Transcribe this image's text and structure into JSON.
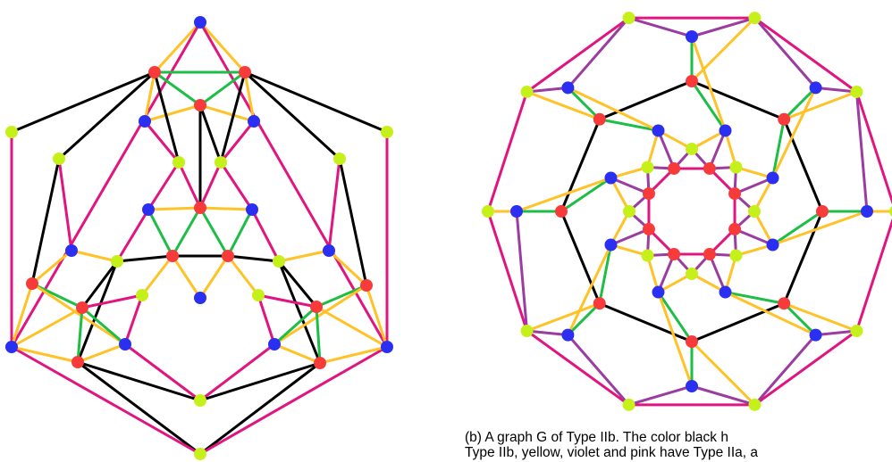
{
  "caption": {
    "line1": "(b)  A graph  G  of  Type  IIb.  The  color   black  h",
    "line2": "Type IIb,  yellow, violet and pink have Type IIa,  a"
  },
  "colors": {
    "black": "#000000",
    "yellow": "#FFC227",
    "violet": "#9B3CA0",
    "pink": "#E0157F",
    "green": "#1DBE45",
    "vertex_blue": "#2B2FF2",
    "vertex_red": "#F73B3B",
    "vertex_lime": "#C6F01A"
  },
  "graphs": [
    {
      "id": "a",
      "vertices": {
        "top": "blue",
        "R1": "red",
        "R2": "red",
        "R3": "red",
        "P1": "blue",
        "P2": "blue",
        "G1": "lime",
        "G2": "lime",
        "L1": "lime",
        "L2": "lime",
        "L3": "lime",
        "L4": "lime",
        "B1": "blue",
        "B2": "blue",
        "R4": "red",
        "R5": "red",
        "R6": "red",
        "B3": "blue",
        "B4": "blue",
        "G3": "lime",
        "G4": "lime",
        "RL": "red",
        "RR": "red",
        "GA": "lime",
        "GB": "lime",
        "BC": "blue",
        "RA": "red",
        "RB": "red",
        "BA": "blue",
        "BB": "blue",
        "O1": "blue",
        "O2": "blue",
        "RC": "red",
        "RD": "red",
        "GC": "lime",
        "GD": "lime"
      },
      "edges": [
        [
          "top",
          "R1",
          "yellow"
        ],
        [
          "top",
          "R2",
          "yellow"
        ],
        [
          "top",
          "O1",
          "pink"
        ],
        [
          "top",
          "O2",
          "pink"
        ],
        [
          "R1",
          "R2",
          "green"
        ],
        [
          "R1",
          "R3",
          "green"
        ],
        [
          "R2",
          "R3",
          "green"
        ],
        [
          "R1",
          "P1",
          "yellow"
        ],
        [
          "R2",
          "P2",
          "yellow"
        ],
        [
          "R3",
          "P1",
          "yellow"
        ],
        [
          "R3",
          "P2",
          "yellow"
        ],
        [
          "R1",
          "L1",
          "black"
        ],
        [
          "R2",
          "L2",
          "black"
        ],
        [
          "R1",
          "L3",
          "black"
        ],
        [
          "R2",
          "L4",
          "black"
        ],
        [
          "R1",
          "G1",
          "black"
        ],
        [
          "R2",
          "G2",
          "black"
        ],
        [
          "R3",
          "R4",
          "black"
        ],
        [
          "R3",
          "G2",
          "black"
        ],
        [
          "P1",
          "G1",
          "pink"
        ],
        [
          "P2",
          "G2",
          "pink"
        ],
        [
          "L1",
          "O1",
          "pink"
        ],
        [
          "L2",
          "O2",
          "pink"
        ],
        [
          "G1",
          "R4",
          "pink"
        ],
        [
          "G2",
          "R4",
          "pink"
        ],
        [
          "G1",
          "B1",
          "pink"
        ],
        [
          "G2",
          "B2",
          "pink"
        ],
        [
          "R4",
          "B1",
          "yellow"
        ],
        [
          "R4",
          "B2",
          "yellow"
        ],
        [
          "B1",
          "R5",
          "green"
        ],
        [
          "B2",
          "R6",
          "green"
        ],
        [
          "R4",
          "R5",
          "green"
        ],
        [
          "R4",
          "R6",
          "green"
        ],
        [
          "R5",
          "R6",
          "black"
        ],
        [
          "R5",
          "G3",
          "black"
        ],
        [
          "R6",
          "G4",
          "black"
        ],
        [
          "R5",
          "BC",
          "yellow"
        ],
        [
          "R6",
          "BC",
          "yellow"
        ],
        [
          "R5",
          "GA",
          "yellow"
        ],
        [
          "R6",
          "GB",
          "yellow"
        ],
        [
          "B1",
          "G3",
          "pink"
        ],
        [
          "B2",
          "G4",
          "pink"
        ],
        [
          "L3",
          "B3",
          "pink"
        ],
        [
          "L4",
          "B4",
          "pink"
        ],
        [
          "L3",
          "RL",
          "black"
        ],
        [
          "L4",
          "RR",
          "black"
        ],
        [
          "B3",
          "RL",
          "yellow"
        ],
        [
          "B4",
          "RR",
          "yellow"
        ],
        [
          "B3",
          "G3",
          "yellow"
        ],
        [
          "B4",
          "G4",
          "yellow"
        ],
        [
          "G3",
          "RA",
          "black"
        ],
        [
          "G4",
          "RB",
          "black"
        ],
        [
          "G3",
          "RC",
          "black"
        ],
        [
          "G4",
          "RD",
          "black"
        ],
        [
          "GA",
          "RA",
          "pink"
        ],
        [
          "GB",
          "RB",
          "pink"
        ],
        [
          "RL",
          "RA",
          "green"
        ],
        [
          "RR",
          "RB",
          "green"
        ],
        [
          "RL",
          "BA",
          "yellow"
        ],
        [
          "RR",
          "BB",
          "yellow"
        ],
        [
          "RL",
          "O1",
          "yellow"
        ],
        [
          "RR",
          "O2",
          "yellow"
        ],
        [
          "RA",
          "BA",
          "green"
        ],
        [
          "RB",
          "BB",
          "green"
        ],
        [
          "RA",
          "RC",
          "green"
        ],
        [
          "RB",
          "RD",
          "green"
        ],
        [
          "BA",
          "RC",
          "yellow"
        ],
        [
          "BB",
          "RD",
          "yellow"
        ],
        [
          "RA",
          "O1",
          "yellow"
        ],
        [
          "RB",
          "O2",
          "yellow"
        ],
        [
          "GA",
          "BA",
          "pink"
        ],
        [
          "GB",
          "BB",
          "pink"
        ],
        [
          "BA",
          "GC",
          "pink"
        ],
        [
          "BB",
          "GC",
          "pink"
        ],
        [
          "RC",
          "GC",
          "black"
        ],
        [
          "RD",
          "GC",
          "black"
        ],
        [
          "RC",
          "GD",
          "black"
        ],
        [
          "RD",
          "GD",
          "black"
        ],
        [
          "O1",
          "GD",
          "pink"
        ],
        [
          "O2",
          "GD",
          "pink"
        ],
        [
          "O1",
          "L1",
          "pink"
        ],
        [
          "O2",
          "L2",
          "pink"
        ],
        [
          "RC",
          "O1",
          "yellow"
        ],
        [
          "RD",
          "O2",
          "yellow"
        ],
        [
          "RC",
          "GD",
          "black"
        ]
      ]
    },
    {
      "id": "b",
      "rings": [
        "lime-outer",
        "blue-outer",
        "red-mid",
        "blue-inner",
        "lime-inner",
        "red-inner"
      ]
    }
  ]
}
